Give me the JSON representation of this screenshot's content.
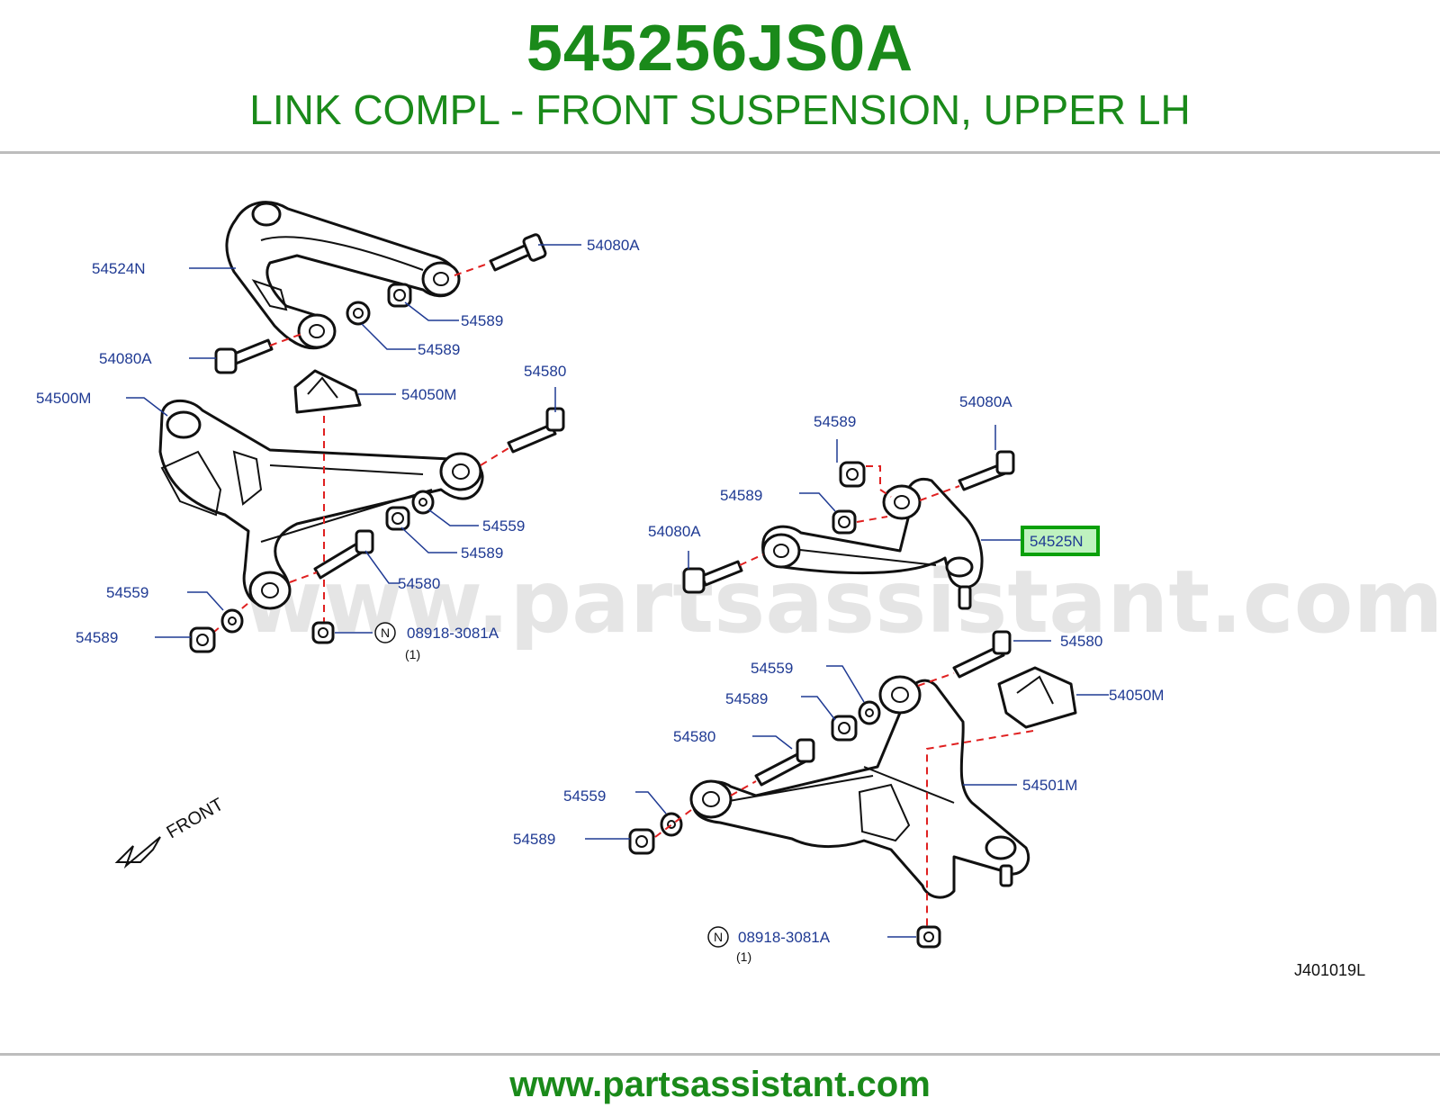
{
  "header": {
    "part_number": "545256JS0A",
    "title": "LINK COMPL - FRONT SUSPENSION, UPPER LH"
  },
  "diagram": {
    "watermark": "www.partsassistant.com",
    "drawing_code": "J401019L",
    "front_label": "FRONT",
    "highlighted_part": "54525N",
    "labels": {
      "l1": "54524N",
      "l2": "54080A",
      "l3": "54589",
      "l4": "54589",
      "l5": "54080A",
      "l6": "54500M",
      "l7": "54050M",
      "l8": "54580",
      "l9": "54559",
      "l10": "54589",
      "l11": "54580",
      "l12": "54559",
      "l13": "54589",
      "l14": "08918-3081A",
      "l14q": "(1)",
      "l14n": "N",
      "r1": "54589",
      "r2": "54080A",
      "r3": "54589",
      "r4": "54080A",
      "r5": "54525N",
      "r6": "54580",
      "r7": "54559",
      "r8": "54050M",
      "r9": "54589",
      "r10": "54580",
      "r11": "54501M",
      "r12": "54559",
      "r13": "54589",
      "r14": "08918-3081A",
      "r14q": "(1)",
      "r14n": "N"
    }
  },
  "footer": {
    "url": "www.partsassistant.com"
  },
  "colors": {
    "brand_green": "#1a8a1a",
    "label_blue": "#1f3a93",
    "guide_red": "#e02020",
    "highlight_green": "#0aa00a"
  }
}
